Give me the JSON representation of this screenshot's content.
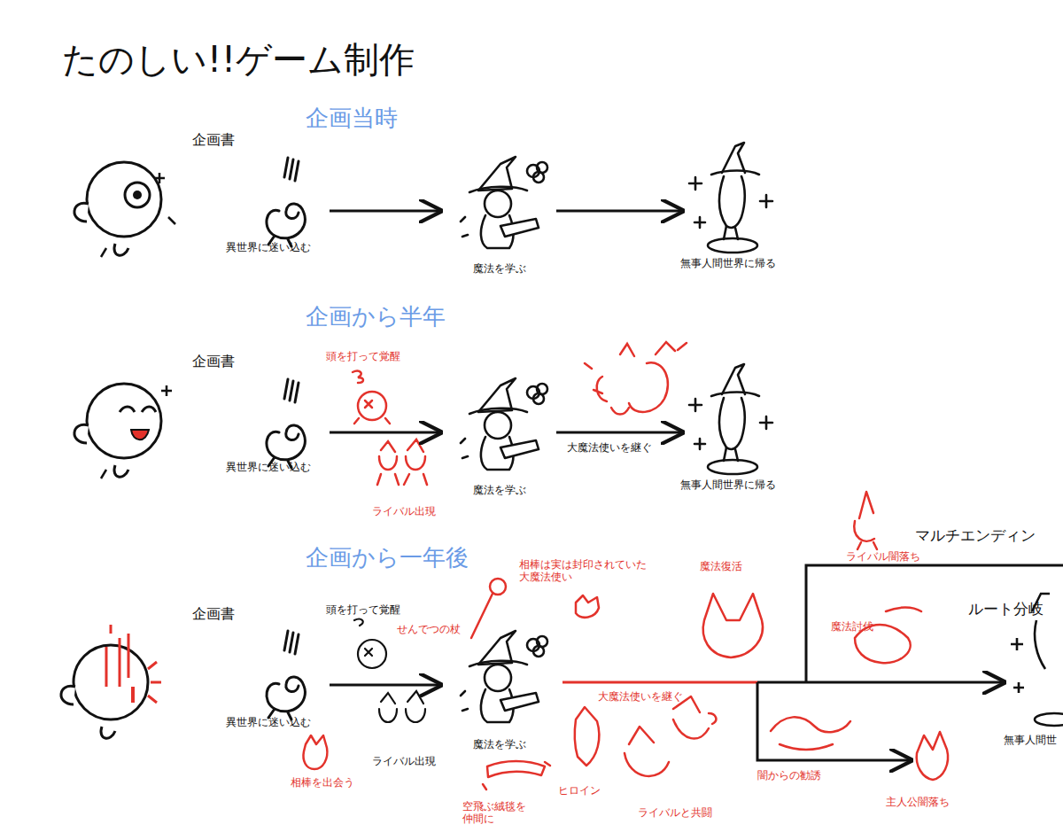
{
  "diagram": {
    "title": "たのしい!!ゲーム制作",
    "labels": [
      "企画当時",
      "企画書",
      "異世界に迷い込む",
      "魔法を学ぶ",
      "無事人間世界に帰る",
      "企画から半年",
      "企画書",
      "頭を打って覚醒",
      "異世界に迷い込む",
      "ライバル出現",
      "魔法を学ぶ",
      "大魔法使いを継ぐ",
      "無事人間世界に帰る",
      "企画から一年後",
      "企画書",
      "頭を打って覚醒",
      "せんでつの杖",
      "相棒は実は封印されていた 大魔法使い",
      "魔法復活",
      "ライバル闇落ち",
      "マルチエンディン",
      "魔法討伐",
      "ルート分岐",
      "異世界に迷い込む",
      "ライバル出現",
      "魔法を学ぶ",
      "大魔法使いを継ぐ",
      "相棒を出会う",
      "空飛ぶ絨毯を 仲間に",
      "ヒロイン",
      "ライバルと共闘",
      "闇からの勧誘",
      "主人公闇落ち",
      "無事人間世"
    ]
  }
}
